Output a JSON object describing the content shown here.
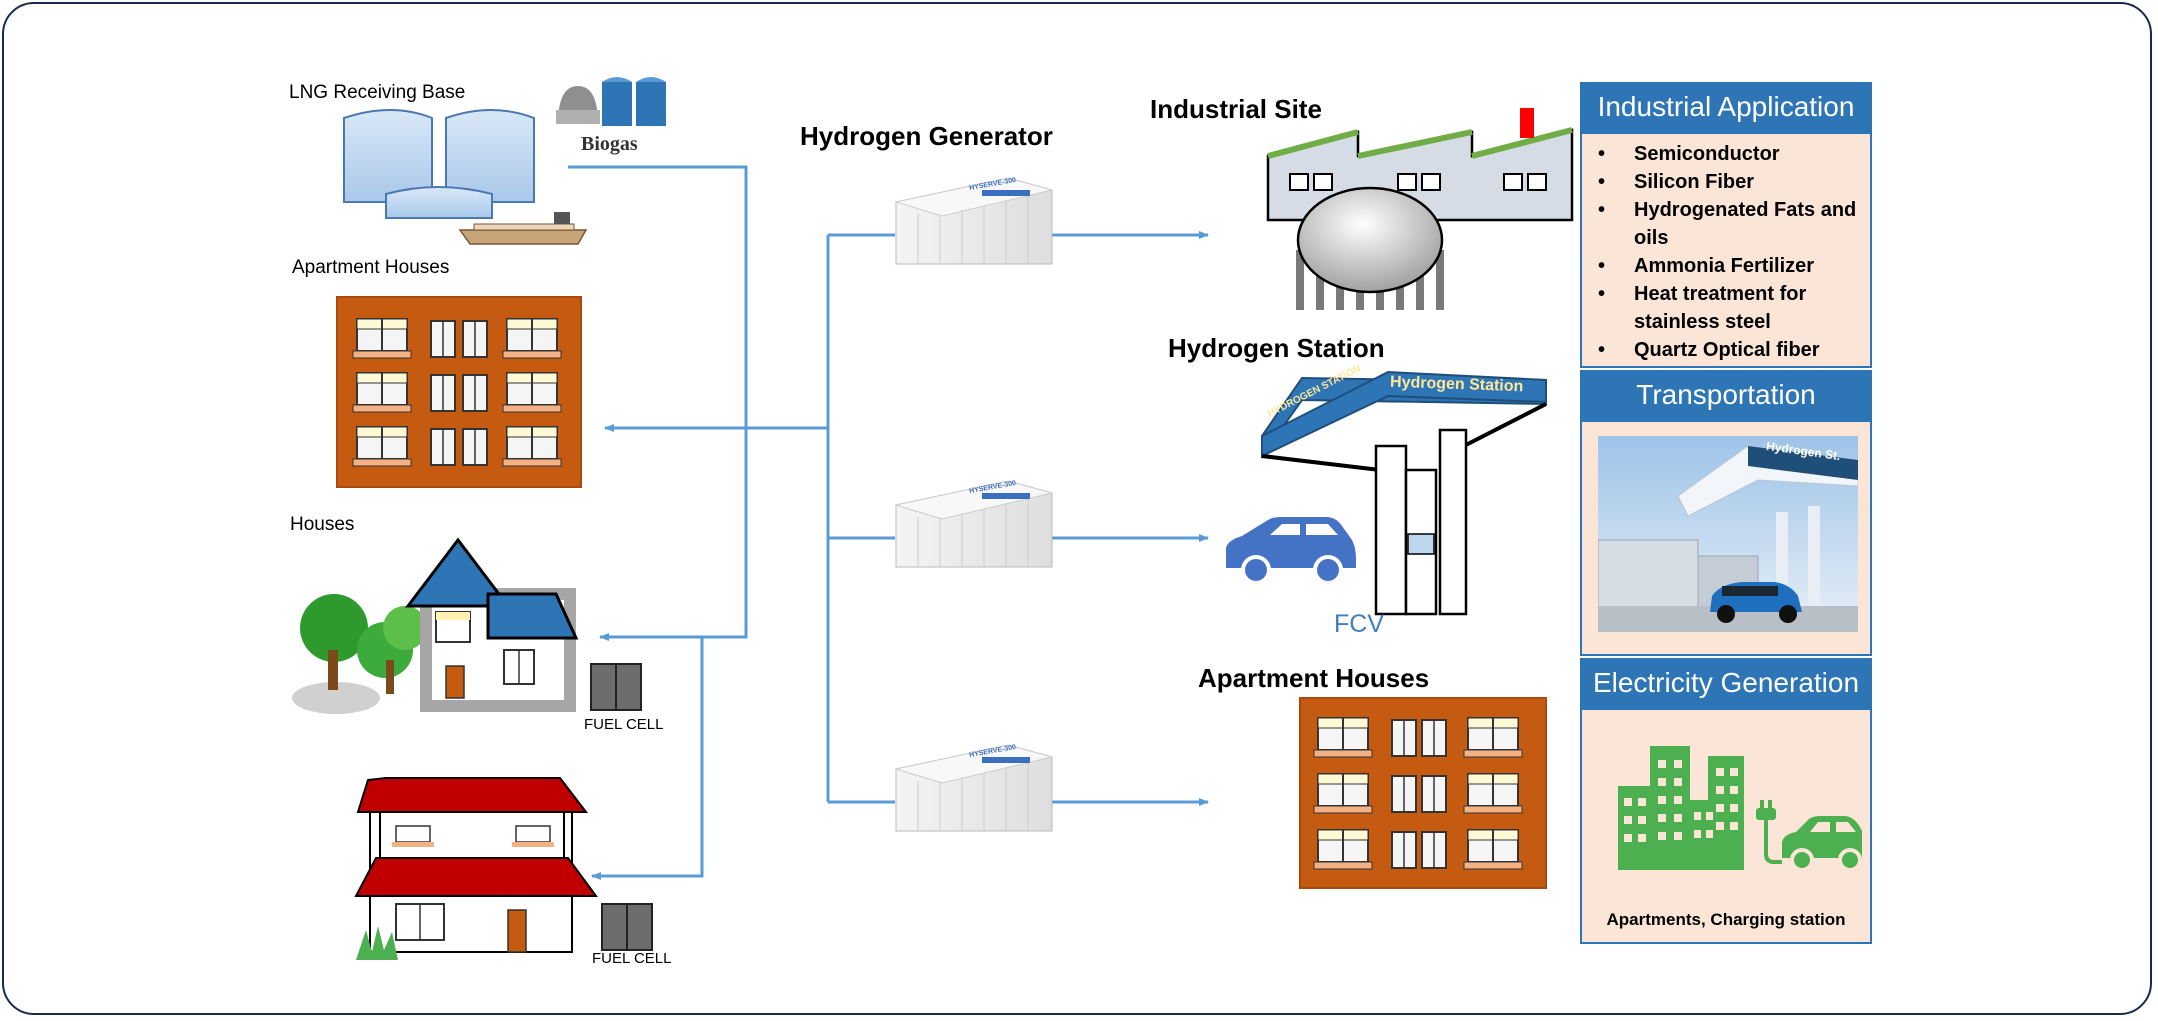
{
  "left_labels": {
    "lng": "LNG Receiving Base",
    "biogas": "Biogas",
    "apartments": "Apartment Houses",
    "houses": "Houses",
    "fuel_cell_1": "FUEL CELL",
    "fuel_cell_2": "FUEL CELL"
  },
  "center": {
    "generator_title": "Hydrogen Generator",
    "unit_model": "HYSERVE-300"
  },
  "right_labels": {
    "industrial_site": "Industrial Site",
    "hydrogen_station": "Hydrogen Station",
    "station_sign": "Hydrogen Station",
    "station_side": "HYDROGEN STATION",
    "fcv": "FCV",
    "apartments": "Apartment Houses"
  },
  "panels": {
    "industrial": {
      "title": "Industrial Application",
      "items": [
        "Semiconductor",
        "Silicon Fiber",
        "Hydrogenated Fats and oils",
        "Ammonia Fertilizer",
        "Heat treatment for stainless steel",
        "Quartz Optical fiber"
      ]
    },
    "transport": {
      "title": "Transportation",
      "photo_sign": "Hydrogen St."
    },
    "electricity": {
      "title": "Electricity Generation",
      "caption": "Apartments, Charging station"
    }
  },
  "colors": {
    "line": "#5b9bd5",
    "panel_header": "#2e75b6",
    "panel_body": "#fbe5d6",
    "brick": "#c55a11",
    "roof_red": "#c00000",
    "roof_blue": "#2e75b6",
    "eco_green": "#4caf50",
    "car_blue": "#4472c4"
  }
}
